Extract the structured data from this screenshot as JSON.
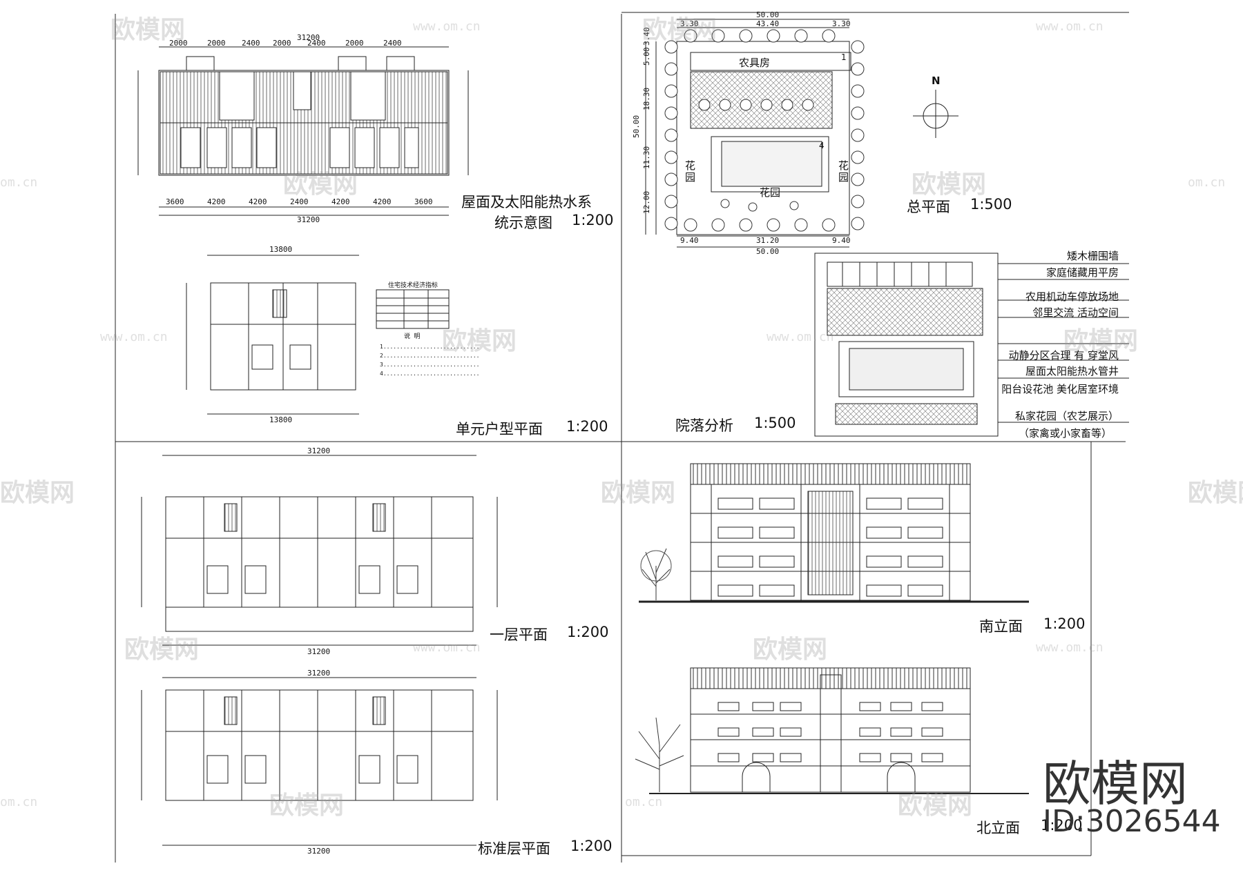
{
  "watermark": {
    "brand": "欧模网",
    "url": "www.om.cn",
    "url_short": "om.cn",
    "id": "ID:3026544"
  },
  "panels": {
    "roof": {
      "title_line1": "屋面及太阳能热水系",
      "title_line2": "统示意图",
      "scale": "1:200"
    },
    "site": {
      "title": "总平面",
      "scale": "1:500",
      "labels": {
        "farm_room": "农具房",
        "garden_left": "花\n园",
        "garden_center": "花园",
        "garden_right": "花\n园",
        "north": "N",
        "num1": "1",
        "num4": "4"
      },
      "dims": {
        "top_total": "50.00",
        "top_left": "3.30",
        "top_mid": "43.40",
        "top_right": "3.30",
        "left_total": "50.00",
        "left_a": "3.40",
        "left_b": "5.00",
        "left_c": "18.30",
        "left_d": "11.30",
        "left_e": "12.00",
        "bottom_left": "9.40",
        "bottom_mid": "31.20",
        "bottom_right": "9.40",
        "bottom_total": "50.00"
      }
    },
    "unit": {
      "title": "单元户型平面",
      "scale": "1:200",
      "table_title": "住宅技术经济指标",
      "note_title": "说  明"
    },
    "courtyard": {
      "title": "院落分析",
      "scale": "1:500",
      "legend": [
        "矮木栅围墙",
        "家庭储藏用平房",
        "农用机动车停放场地",
        "邻里交流  活动空间",
        "动静分区合理  有  穿堂风",
        "屋面太阳能热水管井",
        "阳台设花池  美化居室环境",
        "私家花园（农艺展示）",
        "（家禽或小家畜等）"
      ]
    },
    "ground": {
      "title": "一层平面",
      "scale": "1:200"
    },
    "standard": {
      "title": "标准层平面",
      "scale": "1:200"
    },
    "south": {
      "title": "南立面",
      "scale": "1:200"
    },
    "north_el": {
      "title": "北立面",
      "scale": "1:200"
    }
  }
}
